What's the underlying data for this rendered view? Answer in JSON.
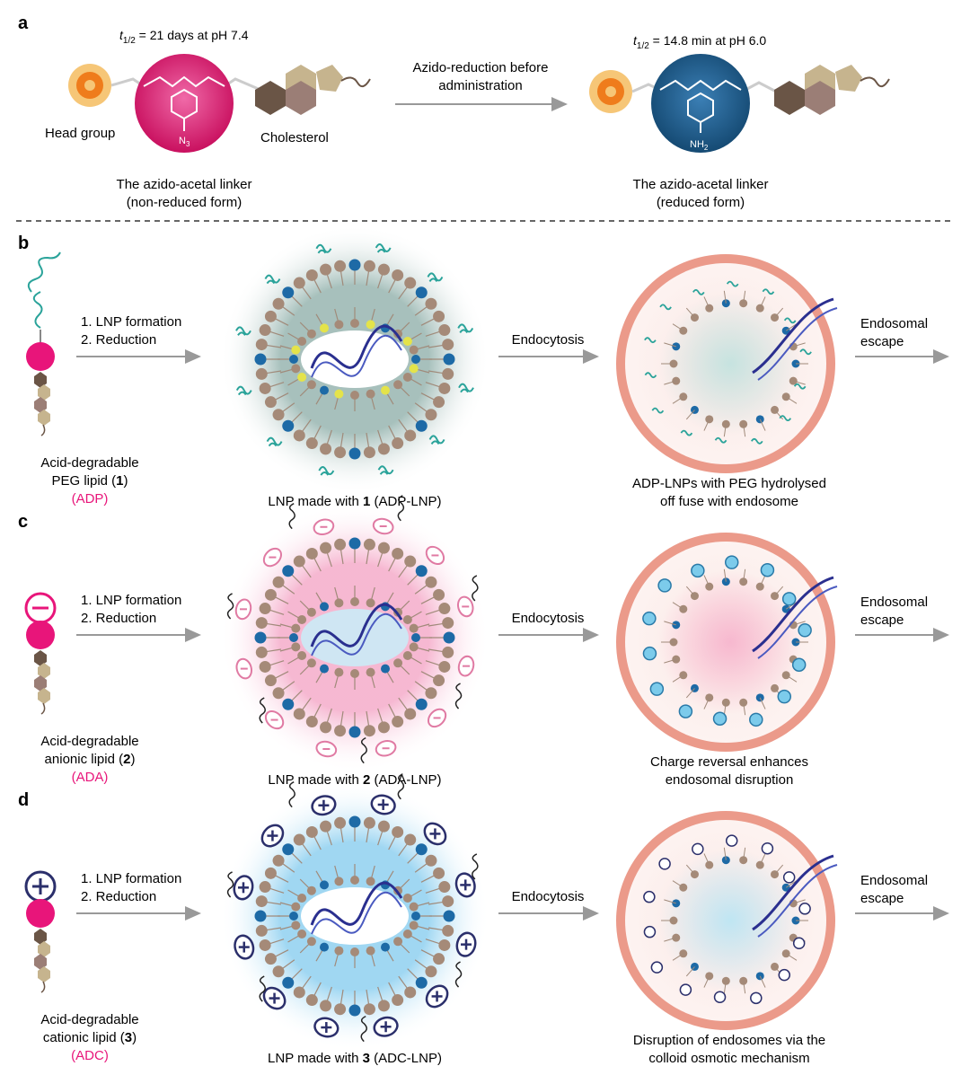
{
  "panel_a": {
    "letter": "a",
    "left_halflife": {
      "t": "t",
      "sub": "1/2",
      "rest": " = 21 days at pH 7.4"
    },
    "right_halflife": {
      "t": "t",
      "sub": "1/2",
      "rest": " = 14.8 min at pH 6.0"
    },
    "head_group_label": "Head group",
    "cholesterol_label": "Cholesterol",
    "azide_group": "N",
    "azide_sub": "3",
    "amine_group": "NH",
    "amine_sub": "2",
    "arrow_label_line1": "Azido-reduction before",
    "arrow_label_line2": "administration",
    "left_caption_line1": "The azido-acetal linker",
    "left_caption_line2": "(non-reduced form)",
    "right_caption_line1": "The azido-acetal linker",
    "right_caption_line2": "(reduced form)"
  },
  "panels": [
    {
      "letter": "b",
      "step1": "1. LNP formation",
      "step2": "2. Reduction",
      "lipid_line1": "Acid-degradable",
      "lipid_line2_pre": "PEG lipid (",
      "lipid_num": "1",
      "lipid_line2_post": ")",
      "lipid_abbr": "(ADP)",
      "lnp_pre": "LNP  made with ",
      "lnp_num": "1",
      "lnp_post": " (ADP-LNP)",
      "endocytosis": "Endocytosis",
      "escape_line1": "Endosomal",
      "escape_line2": "escape",
      "outcome_line1": "ADP-LNPs with PEG hydrolysed",
      "outcome_line2": "off fuse with endosome"
    },
    {
      "letter": "c",
      "step1": "1. LNP formation",
      "step2": "2. Reduction",
      "lipid_line1": "Acid-degradable",
      "lipid_line2_pre": "anionic lipid (",
      "lipid_num": "2",
      "lipid_line2_post": ")",
      "lipid_abbr": "(ADA)",
      "lnp_pre": "LNP  made with ",
      "lnp_num": "2",
      "lnp_post": " (ADA-LNP)",
      "endocytosis": "Endocytosis",
      "escape_line1": "Endosomal",
      "escape_line2": "escape",
      "outcome_line1": "Charge reversal enhances",
      "outcome_line2": "endosomal disruption"
    },
    {
      "letter": "d",
      "step1": "1. LNP formation",
      "step2": "2. Reduction",
      "lipid_line1": "Acid-degradable",
      "lipid_line2_pre": "cationic lipid (",
      "lipid_num": "3",
      "lipid_line2_post": ")",
      "lipid_abbr": "(ADC)",
      "lnp_pre": "LNP  made with ",
      "lnp_num": "3",
      "lnp_post": " (ADC-LNP)",
      "endocytosis": "Endocytosis",
      "escape_line1": "Endosomal",
      "escape_line2": "escape",
      "outcome_line1": "Disruption of endosomes via the",
      "outcome_line2": "colloid osmotic mechanism"
    }
  ],
  "colors": {
    "accent_magenta": "#e8157a",
    "linker_blue": "#1f5d8c",
    "endosome_salmon": "#eb9a8a",
    "arrow_gray": "#999999",
    "peg_teal": "#2aa39a",
    "lipid_brown": "#a58a78",
    "lipid_blue": "#1d6aa6"
  }
}
